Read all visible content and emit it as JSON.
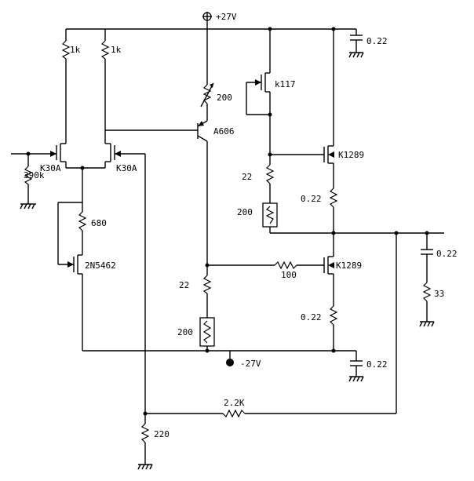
{
  "rails": {
    "positive_supply": "+27V",
    "negative_supply": "-27V"
  },
  "parts": {
    "r_drain_left": "1k",
    "r_drain_right": "1k",
    "jfet_left": "K30A",
    "jfet_right": "K30A",
    "r_input": "390k",
    "r_source": "680",
    "jfet_current_source": "2N5462",
    "trim_pot": "200",
    "q_driver": "A606",
    "jfet_k117": "k117",
    "mosfet_upper": "K1289",
    "mosfet_lower": "K1289",
    "r_bias_upper": "22",
    "pot_upper": "200",
    "r_source_upper": "0.22",
    "r_gate_lower": "100",
    "r_bias_lower": "22",
    "pot_lower": "200",
    "r_source_lower": "0.22",
    "c_top": "0.22",
    "c_bottom": "0.22",
    "c_zobel": "0.22",
    "r_zobel": "33",
    "r_feedback": "2.2K",
    "r_feedback_ground": "220"
  }
}
